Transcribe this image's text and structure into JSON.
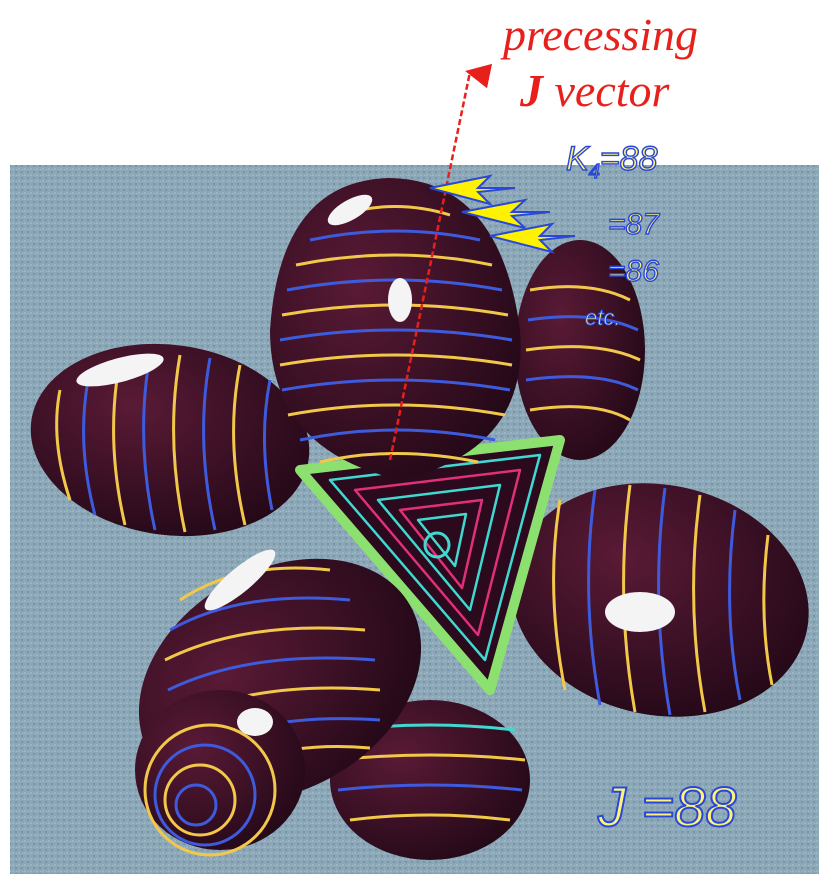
{
  "labels": {
    "title_line1": "precessing",
    "title_line2_symbol": "J",
    "title_line2_text": "vector",
    "k4_symbol": "K",
    "k4_subscript": "4",
    "k4_value": "=88",
    "k87": "=87",
    "k86": "=86",
    "etc": "etc.",
    "j_label": "J =88"
  },
  "colors": {
    "title": "#e8201c",
    "arrow": "#e8201c",
    "label_fill": "#fff47a",
    "label_outline": "#2a48d8",
    "lobe_body": "#3a0f24",
    "ring_yellow": "#f2c84a",
    "ring_blue": "#3d5bdc",
    "ring_magenta": "#e0307a",
    "ring_cyan": "#40d8d0",
    "ring_green": "#8ce070",
    "background": "#8aa6b6"
  }
}
